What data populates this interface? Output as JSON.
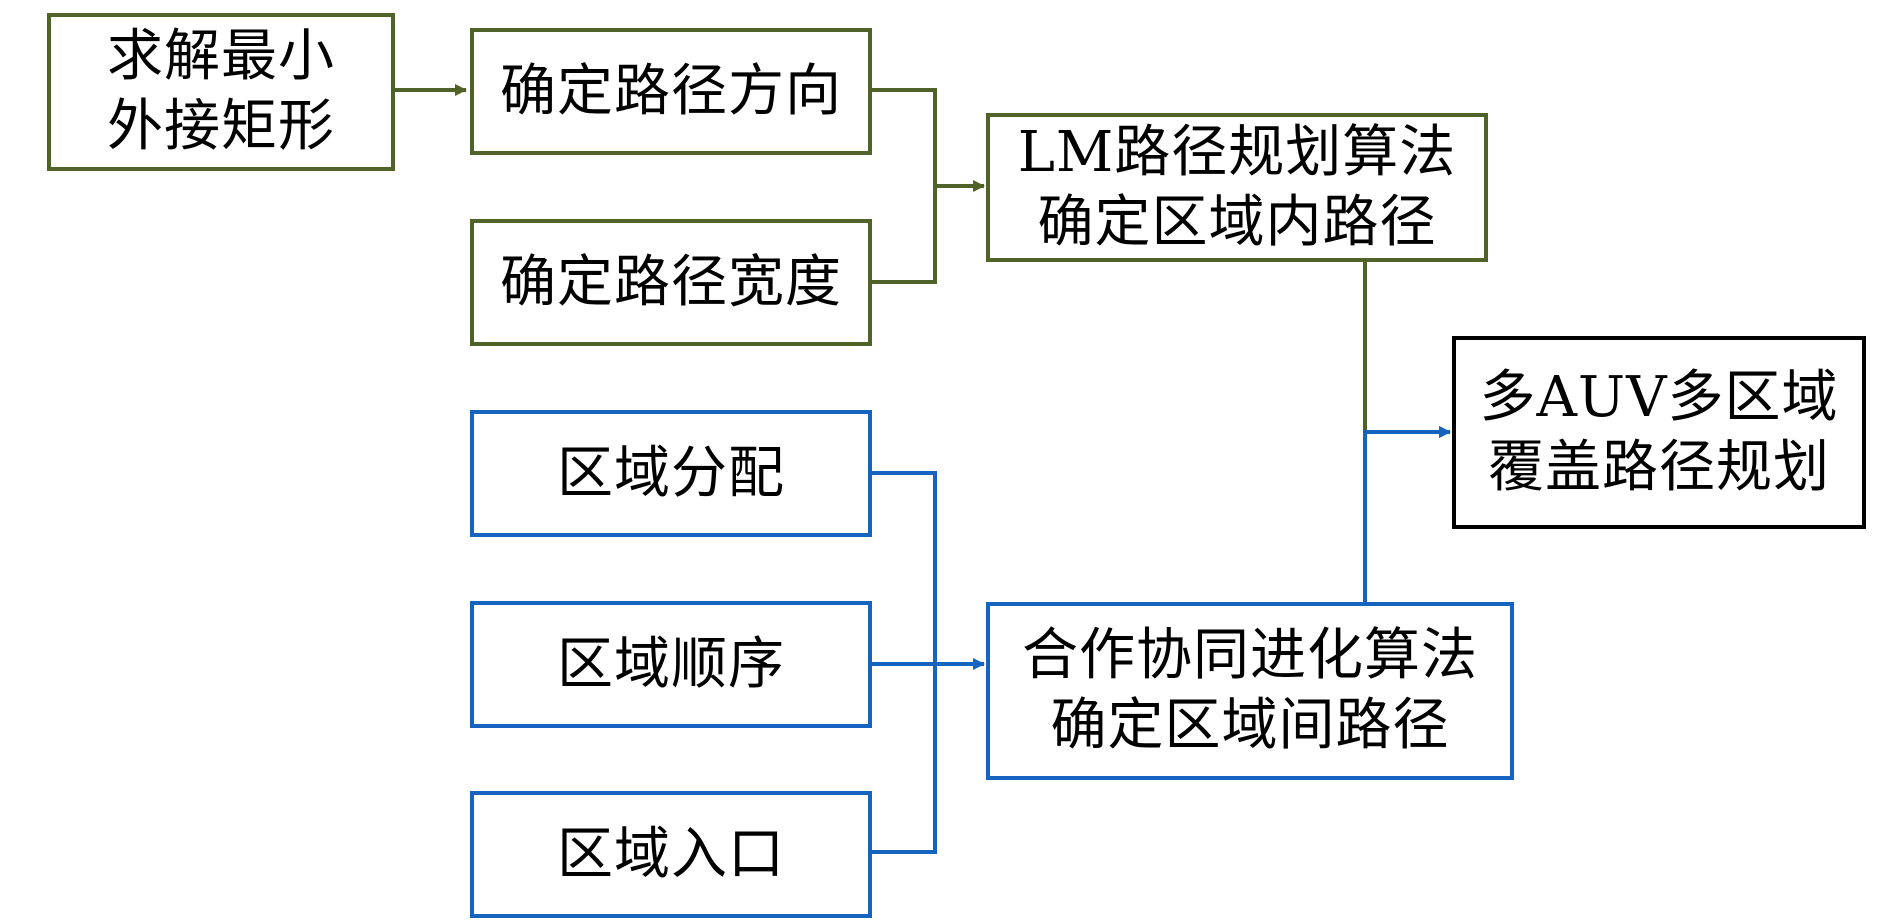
{
  "colors": {
    "green": "#4f6228",
    "blue": "#1565c0",
    "black": "#000000"
  },
  "nodes": {
    "min_rect": "求解最小\n外接矩形",
    "path_direction": "确定路径方向",
    "path_width": "确定路径宽度",
    "lm_planning": "LM路径规划算法\n确定区域内路径",
    "region_assignment": "区域分配",
    "region_order": "区域顺序",
    "region_entry": "区域入口",
    "coevolution": "合作协同进化算法\n确定区域间路径",
    "final": "多AUV多区域\n覆盖路径规划"
  }
}
